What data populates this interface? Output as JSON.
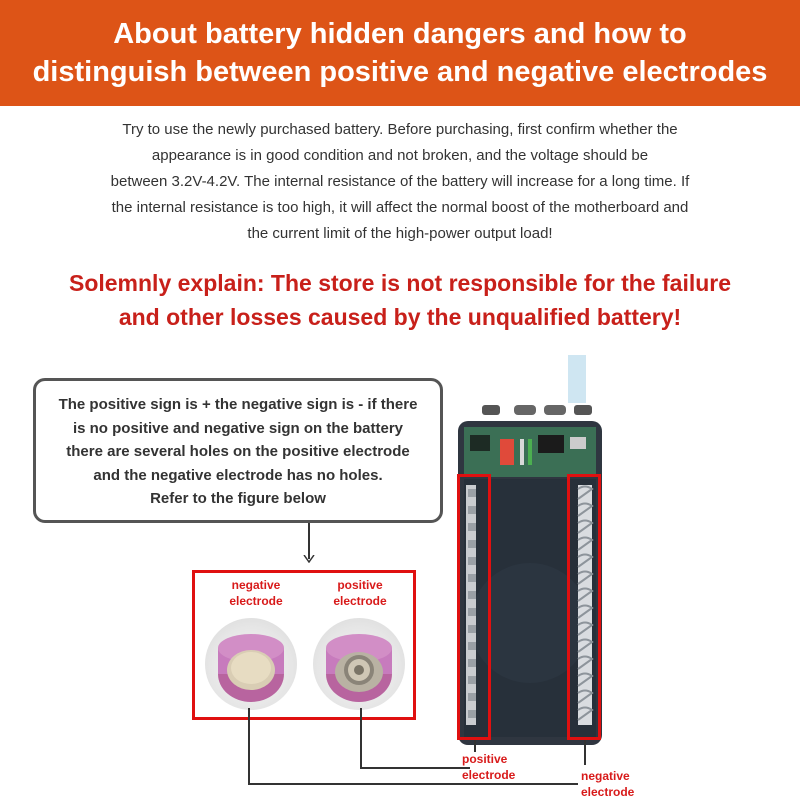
{
  "header": {
    "title_line1": "About battery hidden dangers and how to",
    "title_line2": "distinguish between positive and negative electrodes"
  },
  "intro": {
    "lines": [
      "Try to use the newly purchased battery. Before purchasing, first confirm whether the",
      "appearance is in good condition and not broken, and the voltage should be",
      "between 3.2V-4.2V. The internal resistance of the battery will increase for a long time. If",
      "the internal resistance is too high, it will affect the normal boost of the motherboard and",
      "the current limit of the high-power output load!"
    ]
  },
  "warning": {
    "line1": "Solemnly explain: The store is not responsible for the failure",
    "line2": "and other losses caused by the unqualified battery!"
  },
  "callout": {
    "lines": [
      "The positive sign is + the negative sign is - if there",
      "is no positive and negative sign on the battery",
      "there are several holes on the positive electrode",
      "and the negative electrode has no holes.",
      "Refer to the figure below"
    ]
  },
  "photo_labels": {
    "negative": "negative\nelectrode",
    "positive": "positive\nelectrode"
  },
  "device_labels": {
    "positive": "positive\nelectrode",
    "negative": "negative\nelectrode"
  },
  "colors": {
    "header_bg": "#dd5417",
    "warning_text": "#c8201a",
    "highlight_red": "#e01010",
    "cell_pink": "#c77bbd"
  }
}
